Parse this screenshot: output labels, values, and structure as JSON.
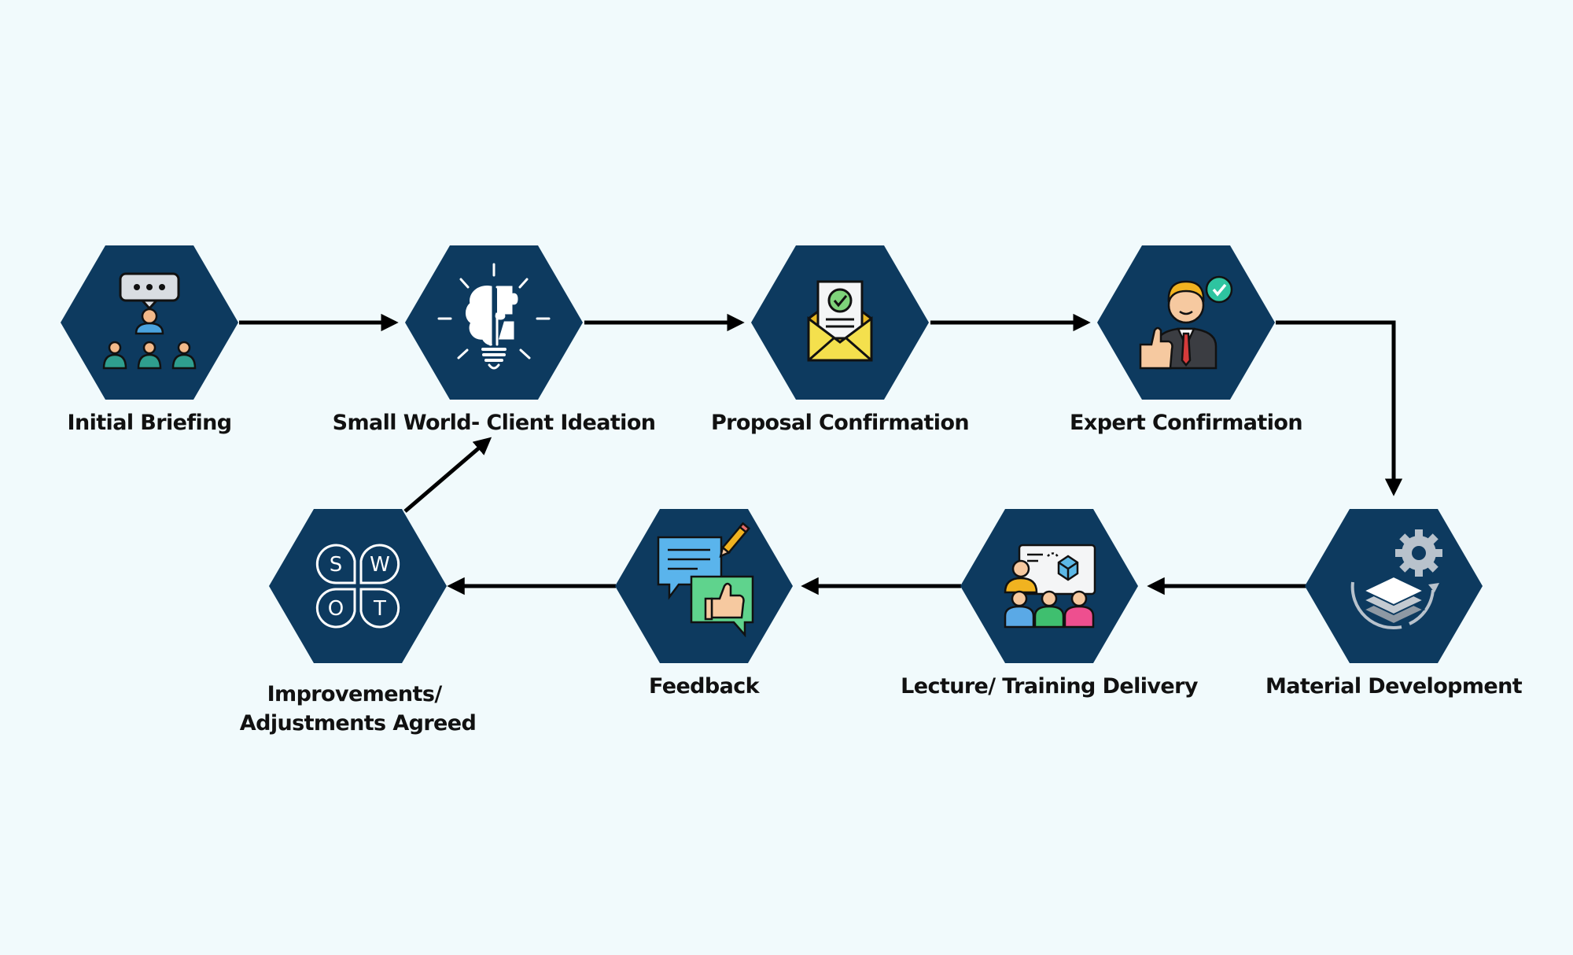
{
  "colors": {
    "background": "#f1fafc",
    "hexagon": "#0d3a5f",
    "arrow": "#000000",
    "label": "#111111"
  },
  "steps": [
    {
      "id": "initial-briefing",
      "label_lines": [
        "Initial Briefing"
      ],
      "icon": "meeting-presentation-icon"
    },
    {
      "id": "client-ideation",
      "label_lines": [
        "Small World- Client Ideation"
      ],
      "icon": "brain-lightbulb-icon"
    },
    {
      "id": "proposal-confirmation",
      "label_lines": [
        "Proposal Confirmation"
      ],
      "icon": "envelope-approval-icon"
    },
    {
      "id": "expert-confirmation",
      "label_lines": [
        "Expert Confirmation"
      ],
      "icon": "expert-thumbs-up-icon"
    },
    {
      "id": "material-development",
      "label_lines": [
        "Material Development"
      ],
      "icon": "layers-gear-icon"
    },
    {
      "id": "training-delivery",
      "label_lines": [
        "Lecture/ Training Delivery"
      ],
      "icon": "classroom-presentation-icon"
    },
    {
      "id": "feedback",
      "label_lines": [
        "Feedback"
      ],
      "icon": "feedback-chat-icon"
    },
    {
      "id": "improvements-agreed",
      "label_lines": [
        "Improvements/",
        "Adjustments Agreed"
      ],
      "icon": "swot-icon"
    }
  ],
  "swot_letters": [
    "S",
    "W",
    "O",
    "T"
  ]
}
